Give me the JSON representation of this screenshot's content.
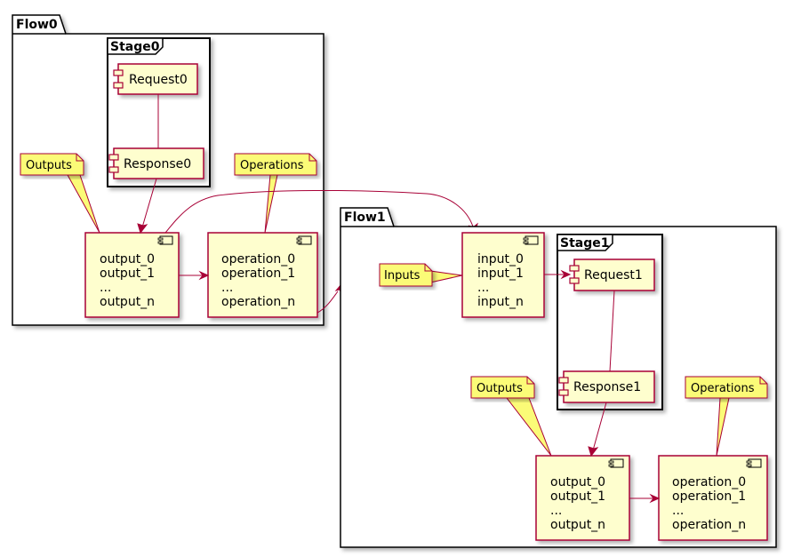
{
  "diagram": {
    "flow0": {
      "title": "Flow0",
      "stage": {
        "title": "Stage0",
        "request": "Request0",
        "response": "Response0"
      },
      "outputs_component": {
        "lines": [
          "output_0",
          "output_1",
          "...",
          "output_n"
        ]
      },
      "operations_component": {
        "lines": [
          "operation_0",
          "operation_1",
          "...",
          "operation_n"
        ]
      },
      "notes": {
        "outputs": "Outputs",
        "operations": "Operations"
      }
    },
    "flow1": {
      "title": "Flow1",
      "stage": {
        "title": "Stage1",
        "request": "Request1",
        "response": "Response1"
      },
      "inputs_component": {
        "lines": [
          "input_0",
          "input_1",
          "...",
          "input_n"
        ]
      },
      "outputs_component": {
        "lines": [
          "output_0",
          "output_1",
          "...",
          "output_n"
        ]
      },
      "operations_component": {
        "lines": [
          "operation_0",
          "operation_1",
          "...",
          "operation_n"
        ]
      },
      "notes": {
        "inputs": "Inputs",
        "outputs": "Outputs",
        "operations": "Operations"
      }
    },
    "colors": {
      "component_fill": "#FEFECE",
      "border": "#A80036",
      "note_fill": "#FBFB77"
    }
  }
}
